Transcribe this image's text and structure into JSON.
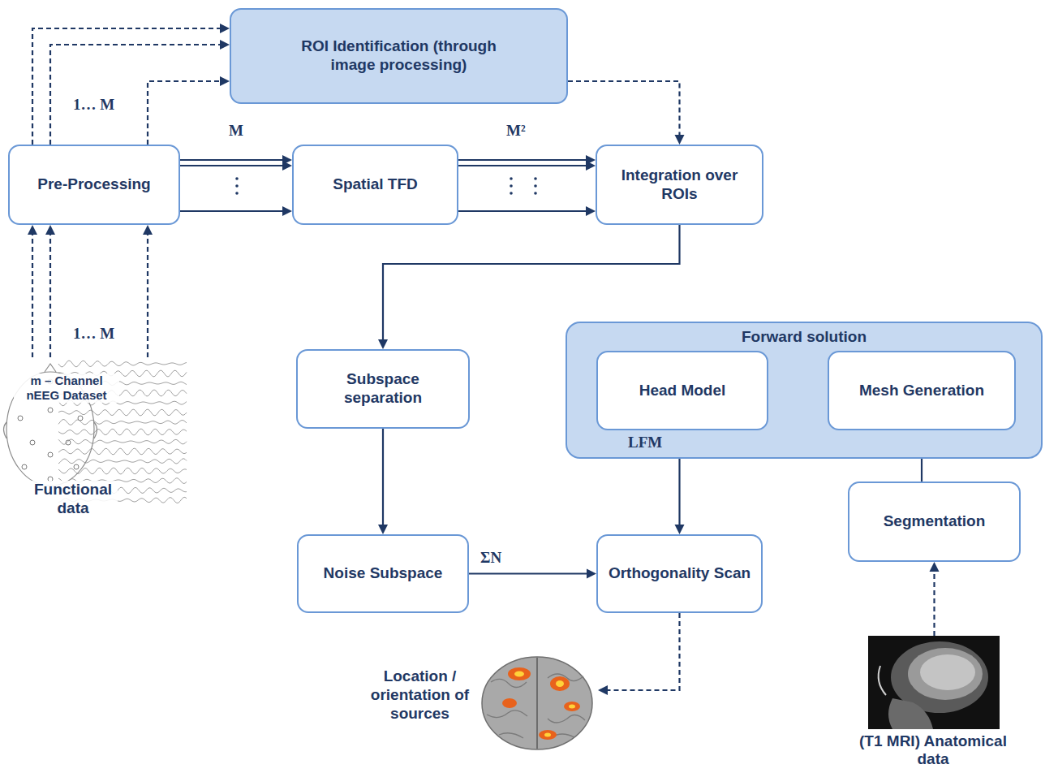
{
  "diagram": {
    "nodes": [
      {
        "text": [
          "ROI Identification (through image processing)"
        ]
      },
      {
        "text": [
          "Pre-Processing"
        ]
      },
      {
        "text": [
          "Spatial TFD"
        ]
      },
      {
        "text": [
          "Integration over ROIs"
        ]
      },
      {
        "text": [
          "m – Channel nEEG Dataset",
          "Functional data"
        ]
      },
      {
        "text": [
          "Subspace separation"
        ]
      },
      {
        "text": [
          "Forward solution"
        ]
      },
      {
        "text": [
          "Head Model"
        ],
        "in": 6
      },
      {
        "text": [
          "Mesh Generation"
        ],
        "in": 6
      },
      {
        "text": [
          "Noise Subspace"
        ]
      },
      {
        "text": [
          "Orthogonality Scan"
        ]
      },
      {
        "text": [
          "Segmentation"
        ]
      },
      {
        "text": [
          "Location / orientation of sources"
        ]
      },
      {
        "text": [
          "(T1 MRI) Anatomical data"
        ]
      }
    ],
    "edges": [
      {
        "from": 4,
        "to": 1,
        "label": "1… M",
        "arrow": "to"
      },
      {
        "from": 1,
        "to": 0,
        "label": "1… M",
        "arrow": "to"
      },
      {
        "from": 1,
        "to": 2,
        "label": "M",
        "arrow": "to"
      },
      {
        "from": 2,
        "to": 3,
        "label": "M²",
        "arrow": "to"
      },
      {
        "from": 0,
        "to": 3,
        "arrow": "to"
      },
      {
        "from": 3,
        "to": 5,
        "arrow": "to"
      },
      {
        "from": 5,
        "to": 9,
        "arrow": "to"
      },
      {
        "from": 9,
        "to": 10,
        "label": "ΣN",
        "arrow": "to"
      },
      {
        "from": 7,
        "to": 10,
        "label": "LFM",
        "arrow": "to"
      },
      {
        "from": 8,
        "to": 7,
        "arrow": "to"
      },
      {
        "from": 11,
        "to": 8,
        "arrow": "to"
      },
      {
        "from": 13,
        "to": 11,
        "arrow": "to"
      },
      {
        "from": 10,
        "to": 12,
        "arrow": "to"
      }
    ]
  }
}
